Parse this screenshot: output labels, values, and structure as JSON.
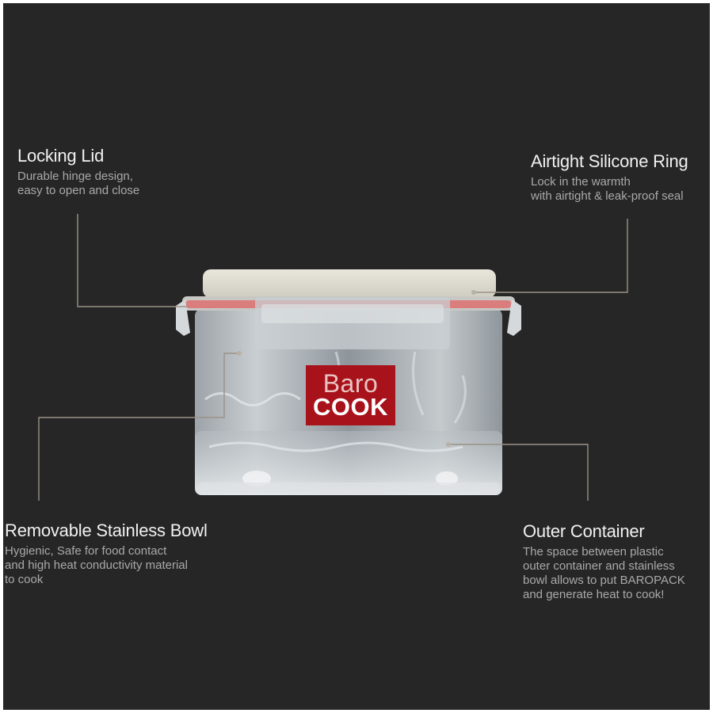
{
  "callouts": {
    "lid": {
      "title": "Locking Lid",
      "desc": "Durable hinge design,\neasy to open and close"
    },
    "ring": {
      "title": "Airtight Silicone Ring",
      "desc": "Lock in the warmth\nwith airtight & leak-proof seal"
    },
    "bowl": {
      "title": "Removable Stainless Bowl",
      "desc": "Hygienic, Safe for food contact\nand high heat conductivity material\nto cook"
    },
    "outer": {
      "title": "Outer Container",
      "desc": "The space between plastic\nouter container and stainless\nbowl allows to put BAROPACK\nand generate heat to cook!"
    }
  },
  "product": {
    "brand_top": "Baro",
    "brand_bottom": "COOK"
  },
  "colors": {
    "background": "#262626",
    "brand_red": "#a8121a",
    "seal_red": "#e06565"
  }
}
